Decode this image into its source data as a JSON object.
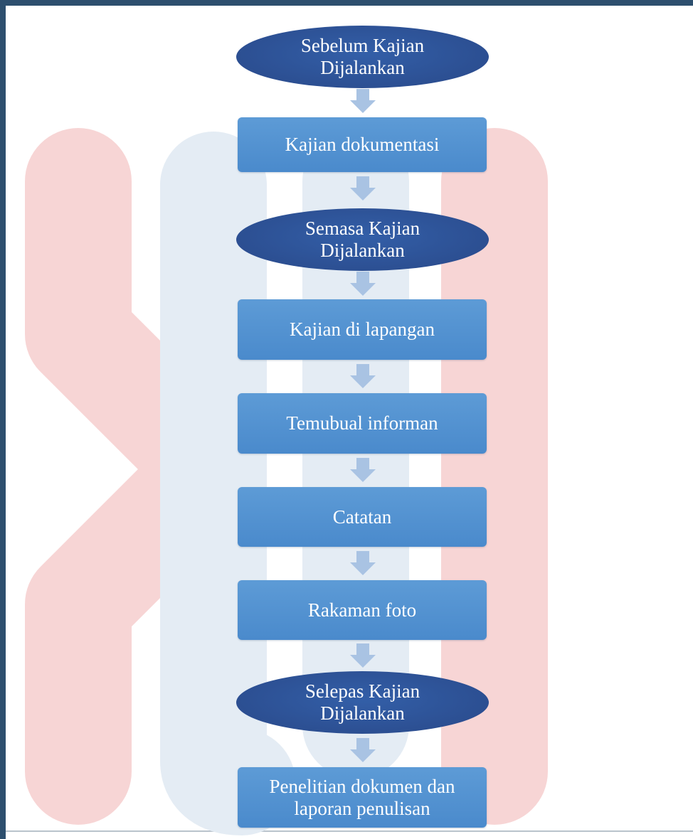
{
  "diagram": {
    "nodes": [
      {
        "id": "before",
        "shape": "ellipse",
        "text": "Sebelum Kajian\nDijalankan"
      },
      {
        "id": "doc-review",
        "shape": "rect",
        "text": "Kajian dokumentasi"
      },
      {
        "id": "during",
        "shape": "ellipse",
        "text": "Semasa Kajian\nDijalankan"
      },
      {
        "id": "field-study",
        "shape": "rect",
        "text": "Kajian di lapangan"
      },
      {
        "id": "interview",
        "shape": "rect",
        "text": "Temubual informan"
      },
      {
        "id": "notes",
        "shape": "rect",
        "text": "Catatan"
      },
      {
        "id": "photo",
        "shape": "rect",
        "text": "Rakaman foto"
      },
      {
        "id": "after",
        "shape": "ellipse",
        "text": "Selepas Kajian\nDijalankan"
      },
      {
        "id": "analysis",
        "shape": "rect",
        "text": "Penelitian dokumen dan\nlaporan penulisan"
      }
    ],
    "edges": [
      {
        "from": "before",
        "to": "doc-review"
      },
      {
        "from": "doc-review",
        "to": "during"
      },
      {
        "from": "during",
        "to": "field-study"
      },
      {
        "from": "field-study",
        "to": "interview"
      },
      {
        "from": "interview",
        "to": "notes"
      },
      {
        "from": "notes",
        "to": "photo"
      },
      {
        "from": "photo",
        "to": "after"
      },
      {
        "from": "after",
        "to": "analysis"
      }
    ],
    "colors": {
      "ellipse_fill": "#2c4f92",
      "rect_fill": "#5b9bd5",
      "arrow_fill": "#a9c3e3",
      "frame": "#2d4f6e"
    },
    "watermark_colors": {
      "red": "#f7d5d5",
      "blue": "#e4ecf4"
    }
  }
}
